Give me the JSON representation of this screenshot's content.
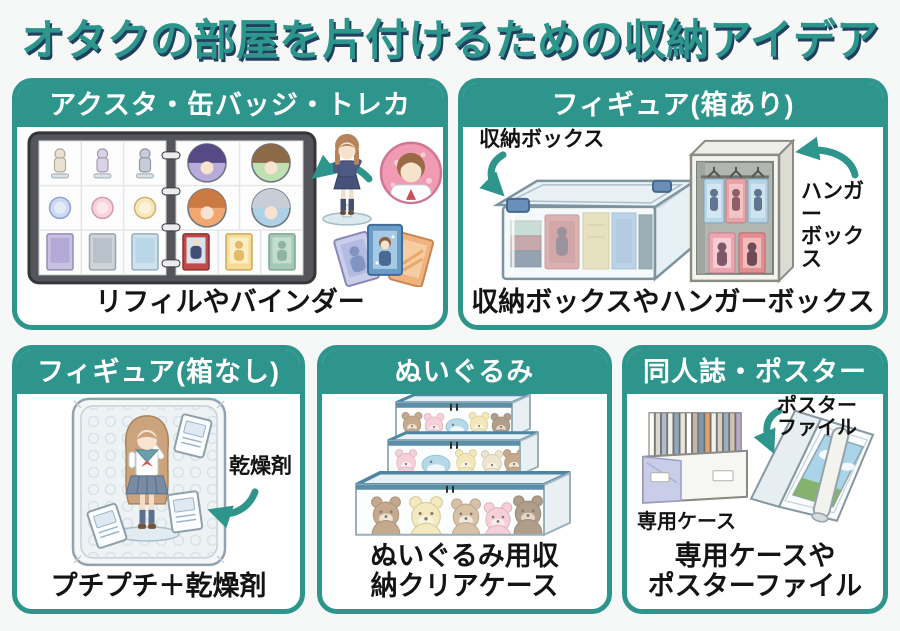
{
  "title": "オタクの部屋を片付けるための収納アイデア",
  "colors": {
    "teal": "#2e958c",
    "title_text": "#2c968c",
    "title_shadow": "#21405f",
    "background": "#f6f8f7",
    "panel_background": "#ffffff",
    "header_text": "#ffffff",
    "caption_text": "#141414",
    "arrow": "#2e958c"
  },
  "panels": [
    {
      "header": "アクスタ・缶バッジ・トレカ",
      "caption": "リフィルやバインダー"
    },
    {
      "header": "フィギュア(箱あり)",
      "caption": "収納ボックスやハンガーボックス",
      "labels": {
        "storage_box": "収納ボックス",
        "hanger_box": "ハンガー\nボックス"
      }
    },
    {
      "header": "フィギュア(箱なし)",
      "caption": "プチプチ＋乾燥剤",
      "labels": {
        "desiccant": "乾燥剤"
      }
    },
    {
      "header": "ぬいぐるみ",
      "caption": "ぬいぐるみ用収\n納クリアケース"
    },
    {
      "header": "同人誌・ポスター",
      "caption": "専用ケースや\nポスターファイル",
      "labels": {
        "dedicated_case": "専用ケース",
        "poster_file": "ポスター\nファイル"
      }
    }
  ]
}
